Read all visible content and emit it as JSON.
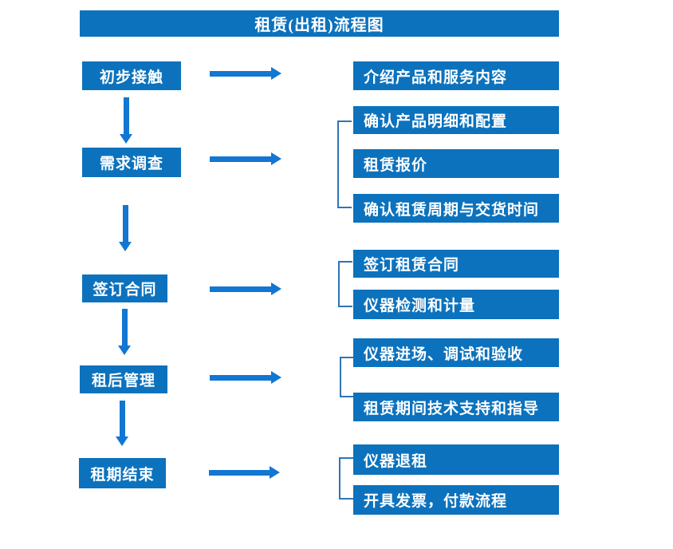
{
  "title": "租赁(出租)流程图",
  "colors": {
    "box_fill": "#0c72bd",
    "arrow": "#1276d2",
    "bracket": "#2e75b6",
    "text": "#ffffff",
    "background": "#ffffff"
  },
  "steps": [
    {
      "label": "初步接触"
    },
    {
      "label": "需求调查"
    },
    {
      "label": "签订合同"
    },
    {
      "label": "租后管理"
    },
    {
      "label": "租期结束"
    }
  ],
  "details": [
    {
      "label": "介绍产品和服务内容"
    },
    {
      "label": "确认产品明细和配置"
    },
    {
      "label": "租赁报价"
    },
    {
      "label": "确认租赁周期与交货时间"
    },
    {
      "label": "签订租赁合同"
    },
    {
      "label": "仪器检测和计量"
    },
    {
      "label": "仪器进场、调试和验收"
    },
    {
      "label": "租赁期间技术支持和指导"
    },
    {
      "label": "仪器退租"
    },
    {
      "label": "开具发票，付款流程"
    }
  ]
}
